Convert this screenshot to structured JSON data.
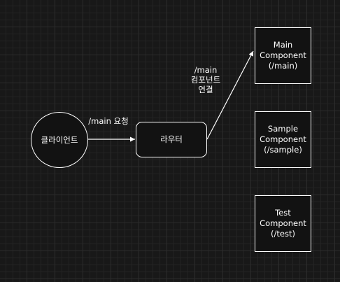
{
  "nodes": {
    "client": "클라이언트",
    "router": "라우터",
    "main_component": "Main\nComponent\n(/main)",
    "sample_component": "Sample\nComponent\n(/sample)",
    "test_component": "Test\nComponent\n(/test)"
  },
  "edges": {
    "client_to_router": "/main 요청",
    "router_to_main": "/main\n컴포넌트\n연결"
  },
  "colors": {
    "background": "#181818",
    "stroke": "#ffffff",
    "node_fill": "#121212"
  }
}
